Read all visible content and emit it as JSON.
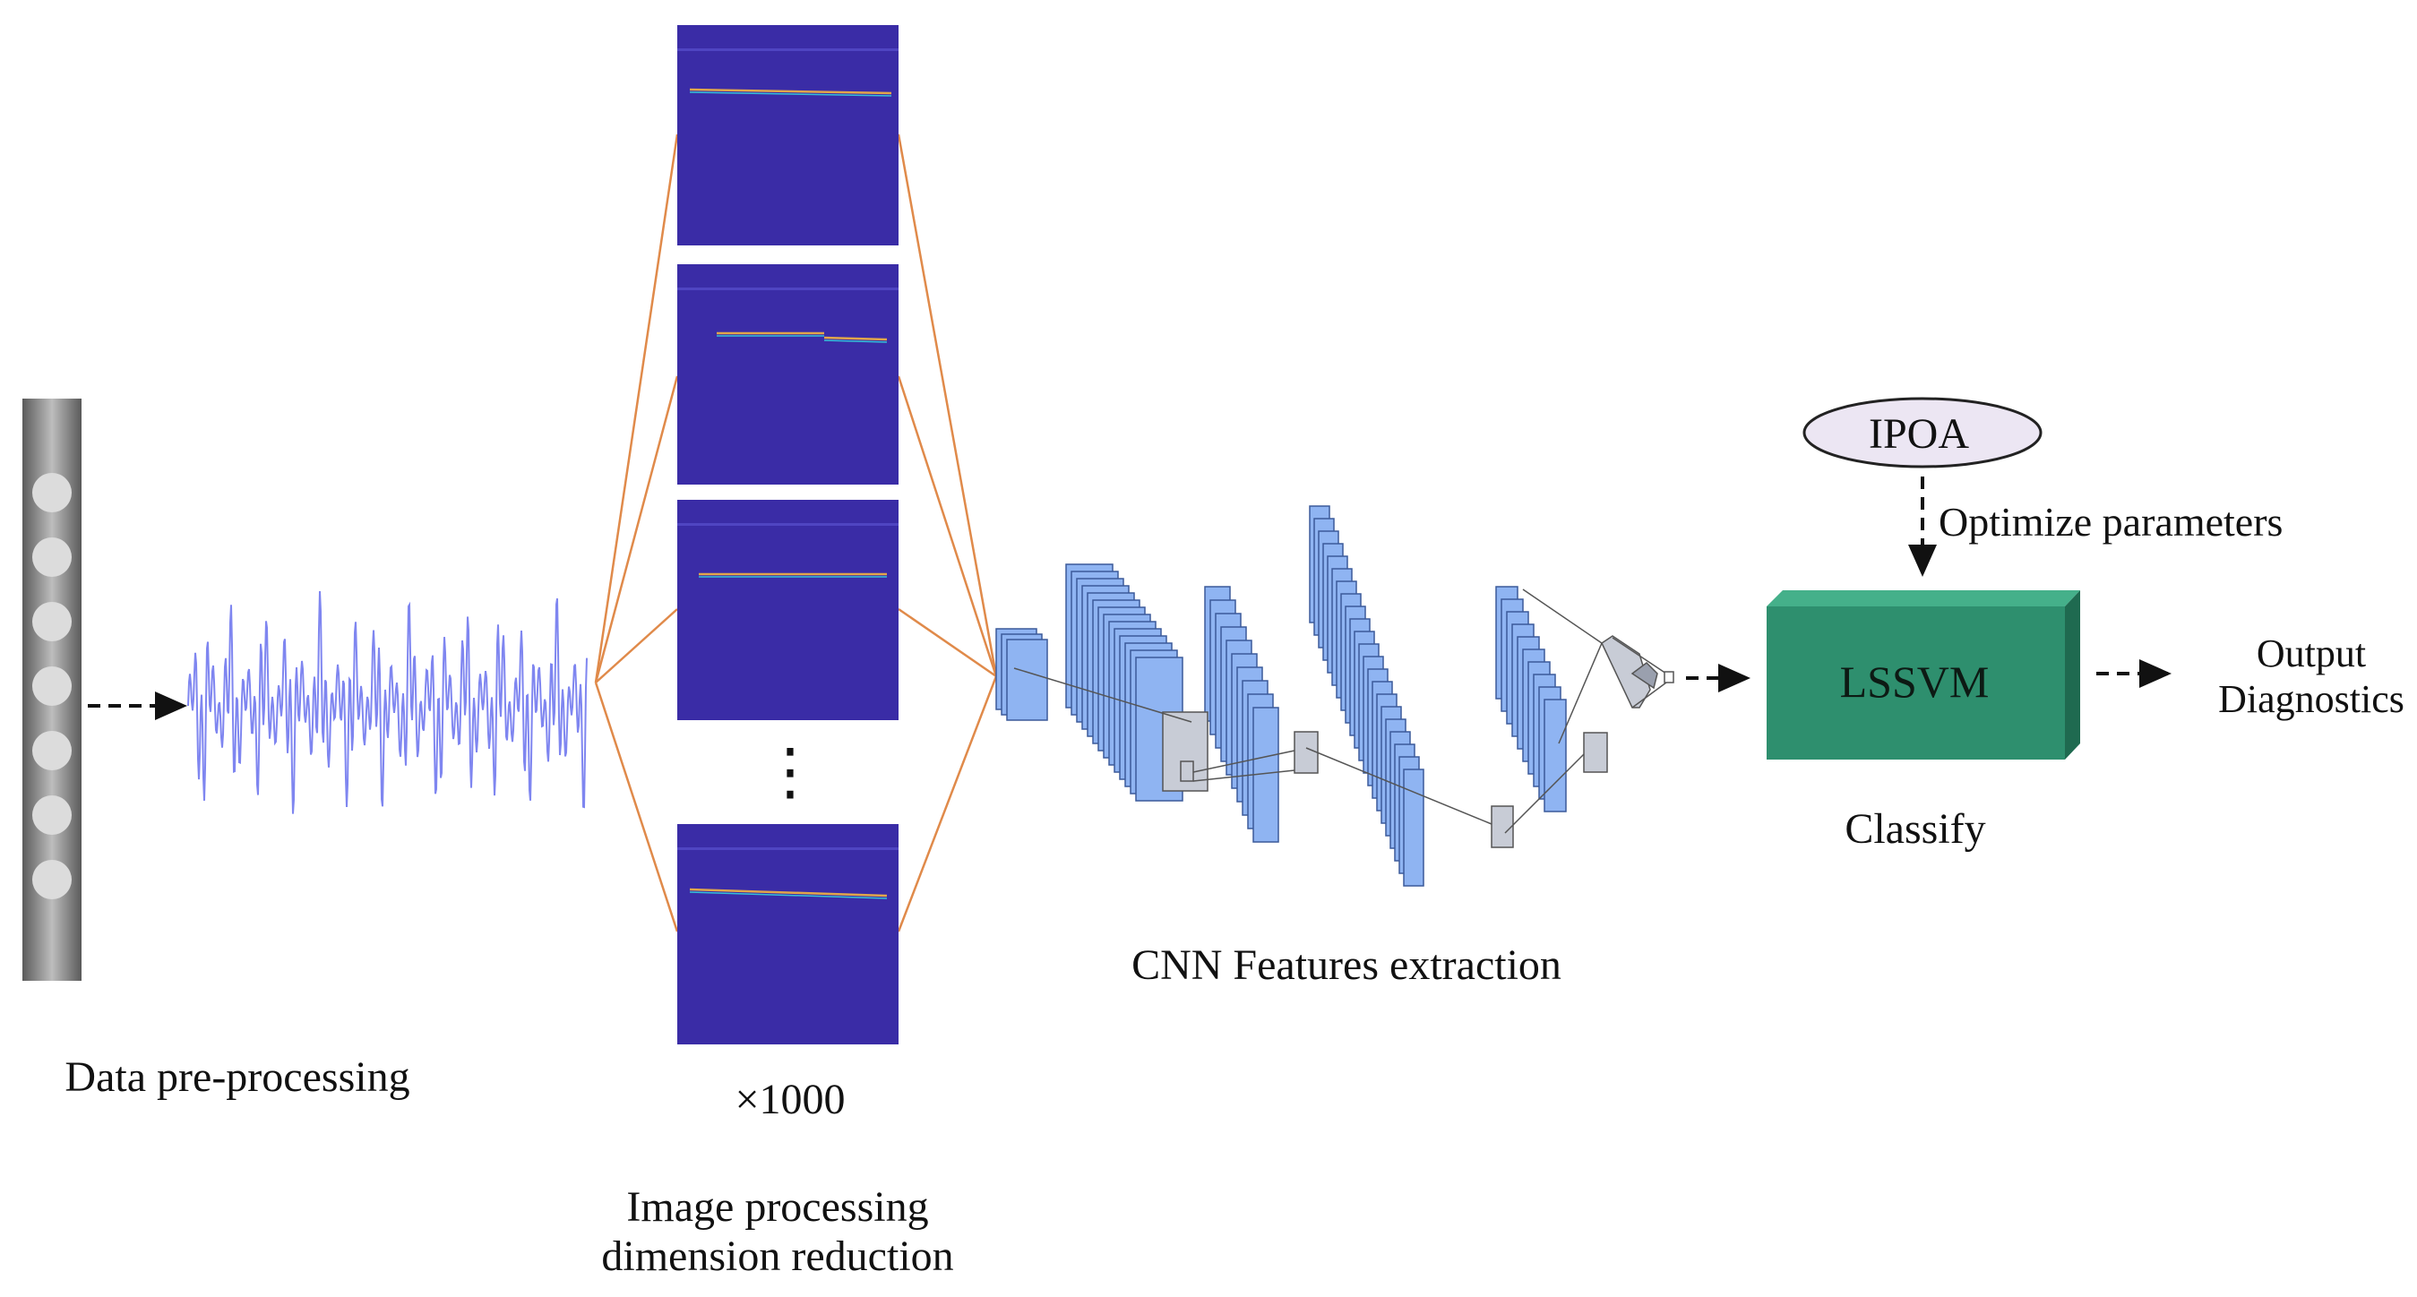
{
  "labels": {
    "preprocess": "Data pre-processing",
    "count": "×1000",
    "image_processing_line1": "Image processing",
    "image_processing_line2": "dimension reduction",
    "cnn": "CNN Features extraction",
    "optimizer": "IPOA",
    "optimize": "Optimize parameters",
    "classifier": "LSSVM",
    "classify": "Classify",
    "output_line1": "Output",
    "output_line2": "Diagnostics",
    "ellipsis": "⋮"
  },
  "colors": {
    "input_bar_dark": "#5c5c5c",
    "input_bar_light": "#b9b9b9",
    "input_node": "#dcdcdc",
    "signal": "#7f86f0",
    "spectrogram_bg": "#3a2ca6",
    "fan_lines": "#e08a4a",
    "cnn_fill": "#8fb4f2",
    "cnn_edge": "#3b5a9a",
    "cnn_kernel": "#c8ccd6",
    "lssvm_front": "#2e8f6e",
    "lssvm_top": "#45b08a",
    "lssvm_side": "#1f6a50",
    "ipoa_fill": "#ece6f3",
    "arrow": "#111111"
  },
  "diagram": {
    "input_node_count": 7,
    "spectrogram_panels_shown": 4
  }
}
